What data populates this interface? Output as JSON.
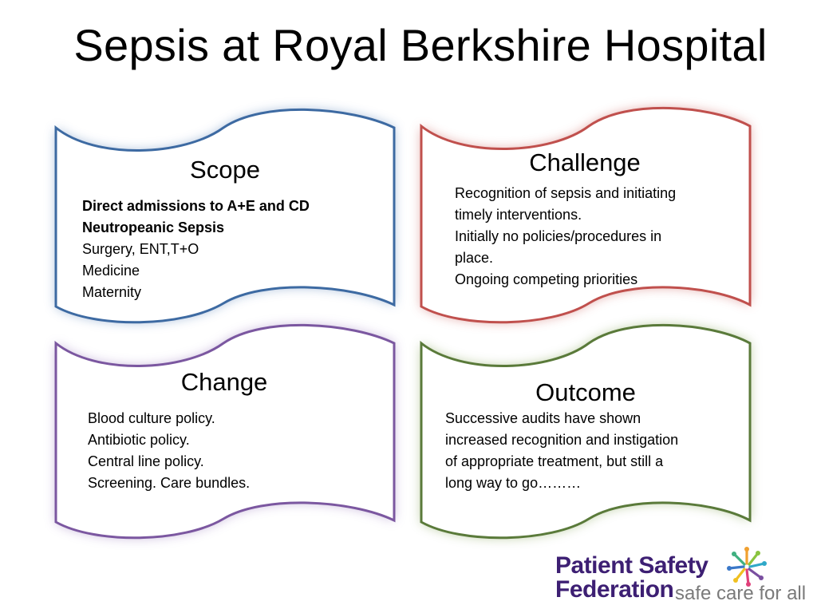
{
  "title": "Sepsis at Royal Berkshire Hospital",
  "panels": {
    "scope": {
      "heading": "Scope",
      "lines_bold": [
        "Direct admissions to A+E and CD",
        "Neutropeanic Sepsis"
      ],
      "lines": [
        "Surgery, ENT,T+O",
        "Medicine",
        "Maternity"
      ],
      "color": "#3d6aa2"
    },
    "challenge": {
      "heading": "Challenge",
      "lines": [
        "Recognition of sepsis and initiating",
        "timely interventions.",
        "Initially no policies/procedures in",
        "place.",
        "Ongoing competing priorities"
      ],
      "color": "#c0504d"
    },
    "change": {
      "heading": "Change",
      "lines": [
        "Blood culture policy.",
        "Antibiotic policy.",
        "Central line policy.",
        "Screening. Care bundles."
      ],
      "color": "#7b57a0"
    },
    "outcome": {
      "heading": "Outcome",
      "lines": [
        "Successive audits have shown",
        "increased recognition and instigation",
        "of appropriate treatment, but still a",
        "long way to go………"
      ],
      "color": "#5a7a3a"
    }
  },
  "logo": {
    "line1": "Patient Safety",
    "line2": "Federation",
    "tagline": "safe care for all"
  }
}
